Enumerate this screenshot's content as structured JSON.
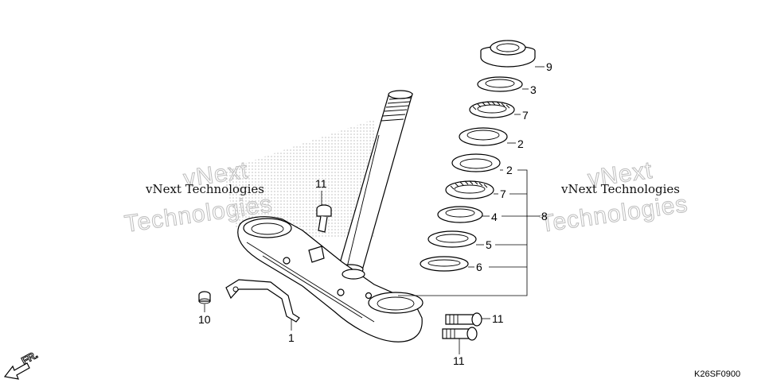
{
  "diagram_code": "K26SF0900",
  "direction_label": "FR.",
  "watermark": {
    "small_text": "vNext Technologies",
    "big_text": "Technologies",
    "ghost_text": "vNext"
  },
  "callouts": [
    {
      "id": "c9",
      "number": "9"
    },
    {
      "id": "c3",
      "number": "3"
    },
    {
      "id": "c7a",
      "number": "7"
    },
    {
      "id": "c2a",
      "number": "2"
    },
    {
      "id": "c2b",
      "number": "2"
    },
    {
      "id": "c7b",
      "number": "7"
    },
    {
      "id": "c4",
      "number": "4"
    },
    {
      "id": "c8",
      "number": "8"
    },
    {
      "id": "c5",
      "number": "5"
    },
    {
      "id": "c6",
      "number": "6"
    },
    {
      "id": "c11a",
      "number": "11"
    },
    {
      "id": "c11b",
      "number": "11"
    },
    {
      "id": "c11c",
      "number": "11"
    },
    {
      "id": "c10",
      "number": "10"
    },
    {
      "id": "c1",
      "number": "1"
    }
  ]
}
